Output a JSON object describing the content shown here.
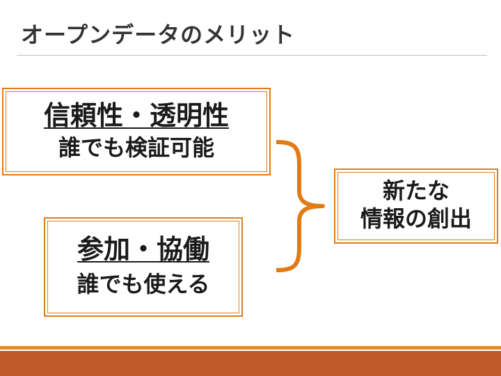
{
  "slide": {
    "title": "オープンデータのメリット"
  },
  "boxes": {
    "transparency": {
      "headline": "信頼性・透明性",
      "subtext": "誰でも検証可能"
    },
    "collaboration": {
      "headline": "参加・協働",
      "subtext": "誰でも使える"
    },
    "result": {
      "line1": "新たな",
      "line2": "情報の創出"
    }
  },
  "colors": {
    "accent_orange": "#e07b17",
    "footer_band": "#c0582a",
    "footer_line": "#e28a1f",
    "title_text": "#333333"
  }
}
